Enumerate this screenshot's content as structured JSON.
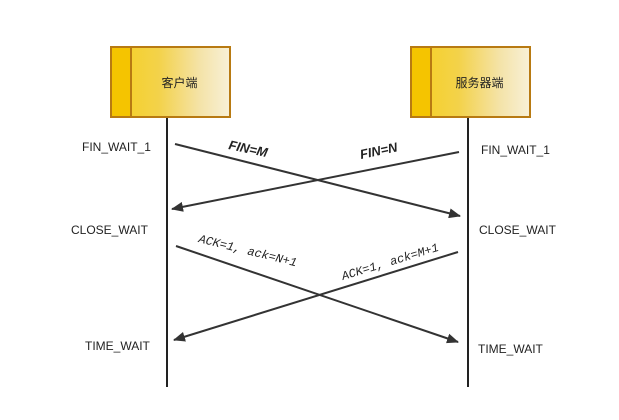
{
  "client": {
    "label": "客户端"
  },
  "server": {
    "label": "服务器端"
  },
  "client_states": [
    "FIN_WAIT_1",
    "CLOSE_WAIT",
    "TIME_WAIT"
  ],
  "server_states": [
    "FIN_WAIT_1",
    "CLOSE_WAIT",
    "TIME_WAIT"
  ],
  "messages": {
    "fin_m": "FIN=M",
    "fin_n": "FIN=N",
    "ack_client": "ACK=1, ack=N+1",
    "ack_server": "ACK=1, ack=M+1"
  },
  "colors": {
    "node_border": "#b87a12",
    "node_fill": "#f5c400",
    "line": "#222222"
  }
}
